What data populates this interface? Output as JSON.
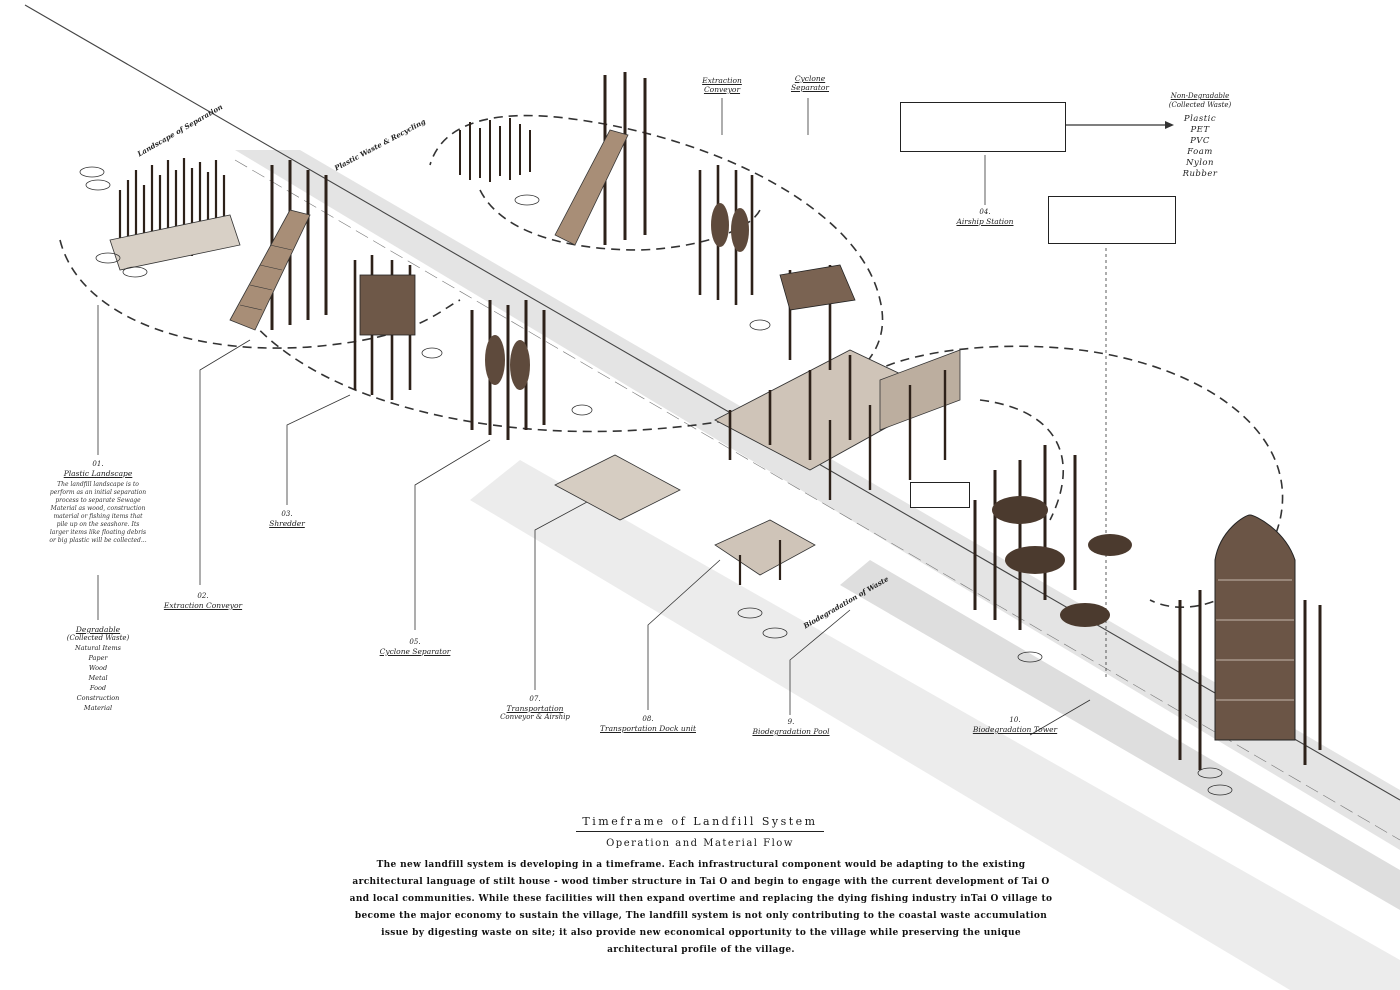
{
  "diagram": {
    "title": "Timeframe of Landfill System",
    "subtitle": "Operation and Material Flow",
    "paragraph": "The new landfill system is developing in a timeframe. Each infrastructural component would be adapting to the existing architectural language of stilt house - wood timber structure in Tai O and begin to engage with the current development of Tai O and local communities. While these facilities will then expand overtime and replacing the dying fishing industry inTai O village to become the major economy to sustain the village, The landfill system is not only contributing to the coastal waste accumulation issue by digesting waste on site; it also provide new economical opportunity to the village while preserving the unique architectural profile of the village."
  },
  "labels": {
    "plastic_landscape": {
      "title": "Plastic Landscape",
      "description": "The landfill landscape is to perform as an initial separation process to separate Sewage Material as wood, construction material or fishing items that pile up on the seashore. Its larger items like floating debris or big plastic will be collected..."
    },
    "degradable": {
      "title": "Degradable",
      "subtitle": "(Collected Waste)",
      "items": [
        "Natural Items",
        "Paper",
        "Wood",
        "Metal",
        "Food",
        "Construction",
        "Material"
      ]
    },
    "extraction_conveyor_left": {
      "title": "Extraction Conveyor"
    },
    "shredder": {
      "title": "Shredder"
    },
    "cyclone_separator_left": {
      "title": "Cyclone Separator"
    },
    "transportation": {
      "title": "Transportation",
      "subtitle": "Conveyor & Airship"
    },
    "transportation_dock": {
      "title": "Transportation Dock unit"
    },
    "biodegradation_pool": {
      "num": "9.",
      "title": "Biodegradation Pool"
    },
    "biodegradation_tower": {
      "title": "Biodegradation Tower"
    },
    "extraction_conveyor_top": {
      "title": "Extraction Conveyor"
    },
    "cyclone_separator_top": {
      "title": "Cyclone Separator"
    },
    "airship_station": {
      "num": "04.",
      "title": "Airship Station"
    },
    "non_degradable": {
      "title": "Non-Degradable",
      "subtitle": "(Collected Waste)",
      "items": [
        "Plastic",
        "PET",
        "PVC",
        "Foam",
        "Nylon",
        "Rubber"
      ]
    },
    "boundary_separation": {
      "title": "Landscape of Separation"
    },
    "plastic_recycling": {
      "title": "Plastic Waste & Recycling"
    },
    "biodegradation_waste": {
      "title": "Biodegradation of Waste"
    }
  },
  "colors": {
    "ink": "#1a1a1a",
    "wood_dark": "#3a2a1f",
    "wood_light": "#8b7766",
    "ground_shadow": "#dcdcdc",
    "dash_flow": "#333333"
  }
}
